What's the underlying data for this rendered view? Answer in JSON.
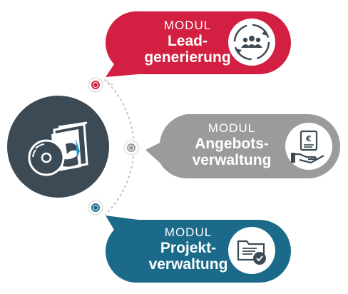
{
  "colors": {
    "red": "#d31f41",
    "grey": "#9b9b9b",
    "blue": "#1b6a8a",
    "dark": "#3c4a55"
  },
  "center": {
    "icon": "software-box-icon"
  },
  "modules": [
    {
      "tag": "MODUL",
      "line1": "Lead-",
      "line2": "generierung",
      "icon": "team-cycle-icon"
    },
    {
      "tag": "MODUL",
      "line1": "Angebots-",
      "line2": "verwaltung",
      "icon": "offer-hand-icon"
    },
    {
      "tag": "MODUL",
      "line1": "Projekt-",
      "line2": "verwaltung",
      "icon": "project-folder-icon"
    }
  ]
}
